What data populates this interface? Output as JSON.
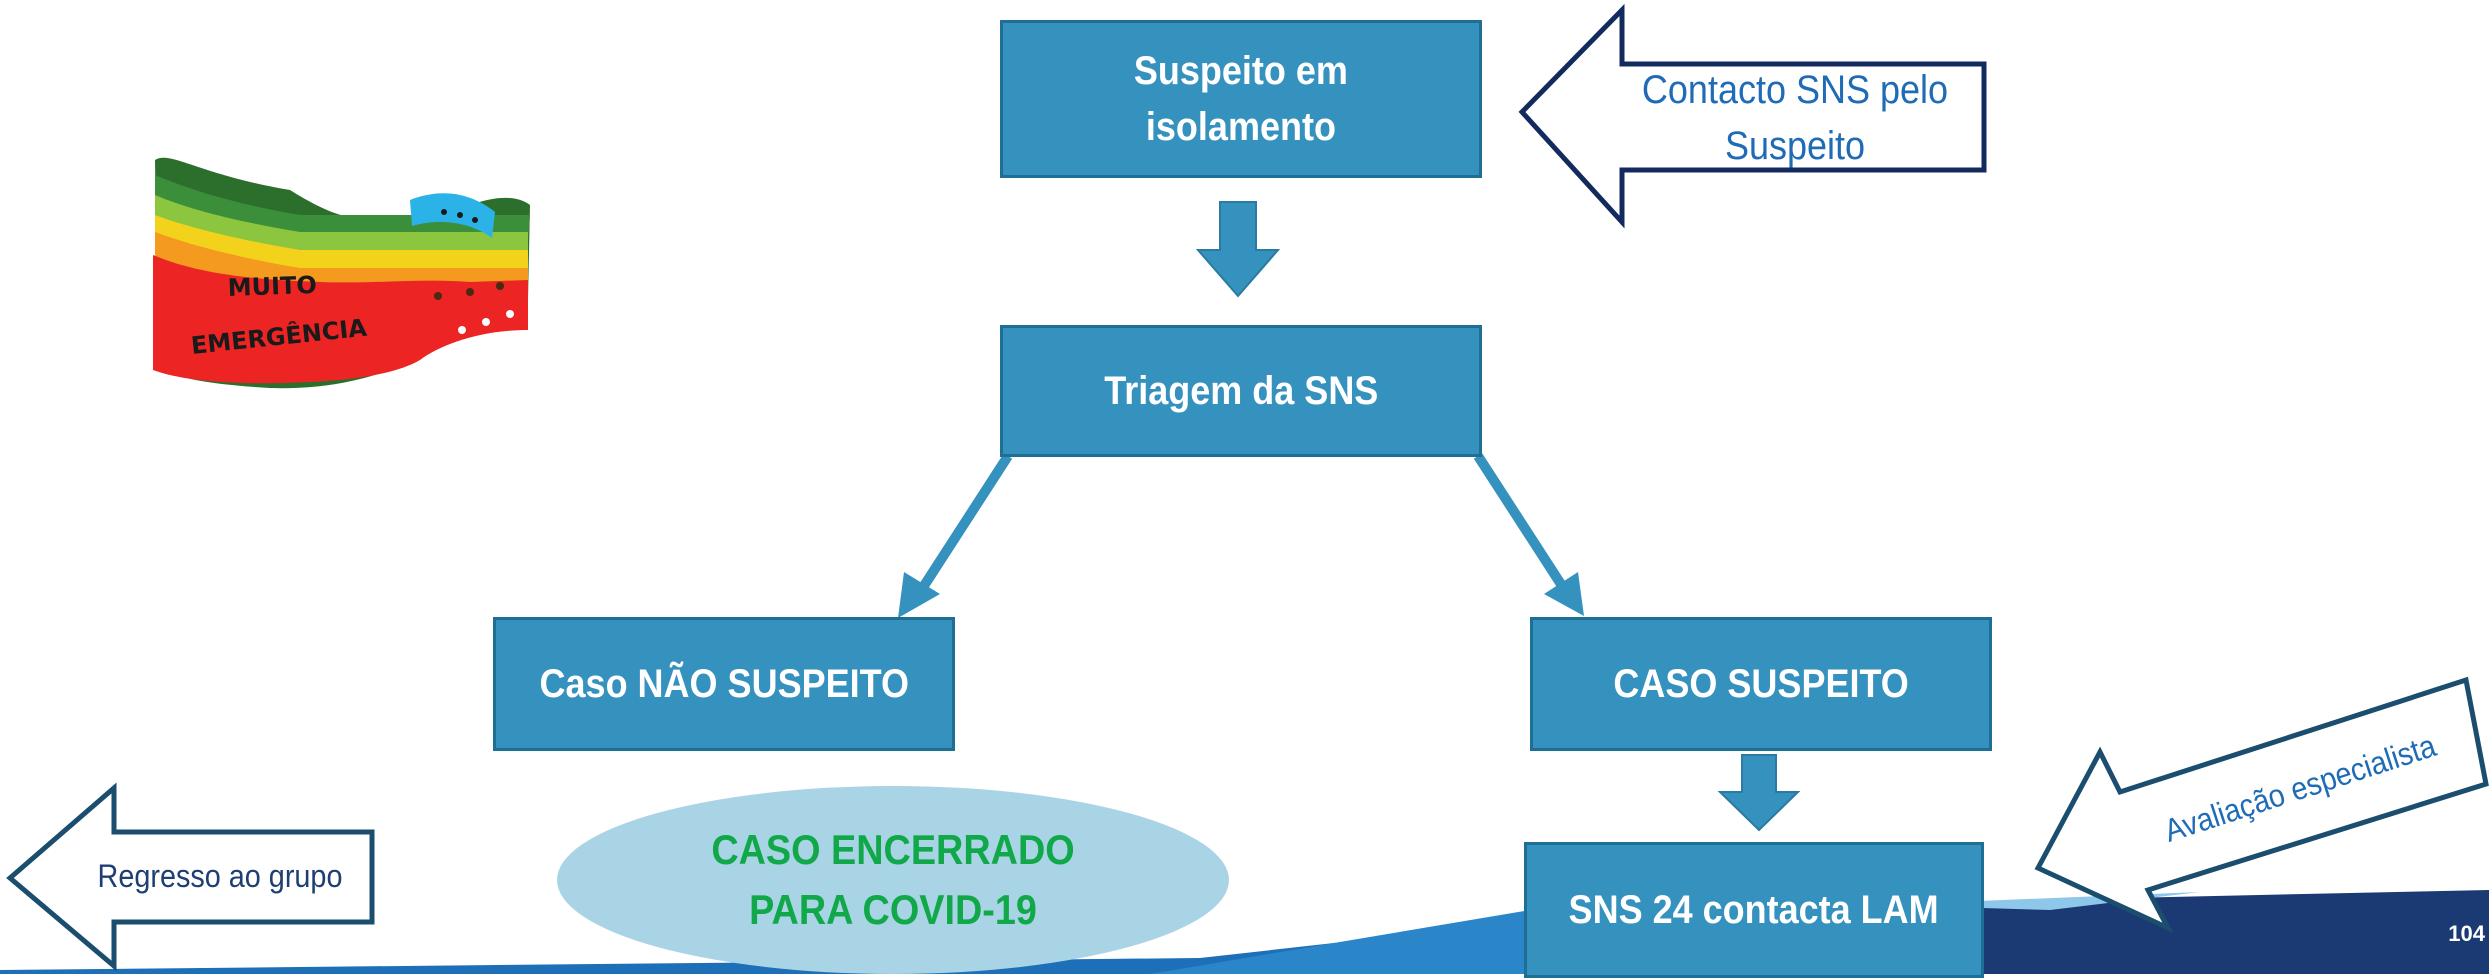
{
  "nodes": {
    "suspect_isolation": "Suspeito em\nisolamento",
    "triage": "Triagem da SNS",
    "not_suspect": "Caso NÃO SUSPEITO",
    "suspect": "CASO SUSPEITO",
    "sns24_lam": "SNS 24 contacta LAM"
  },
  "closed_case": "CASO ENCERRADO\nPARA COVID-19",
  "callouts": {
    "contact": "Contacto SNS pelo\nSuspeito",
    "return_group": "Regresso ao grupo",
    "specialist": "Avaliação especialista"
  },
  "bracelet": {
    "line1": "MUITO",
    "line2": "EMERGÊNCIA"
  },
  "page_number": "104",
  "colors": {
    "box_fill": "#3591bd",
    "box_border": "#1f6e94",
    "arrow": "#3591bd",
    "ellipse": "#a9d4e6",
    "green_text": "#11a84a",
    "callout_border": "#132a5e",
    "callout_text_blue": "#1f6bb5"
  }
}
